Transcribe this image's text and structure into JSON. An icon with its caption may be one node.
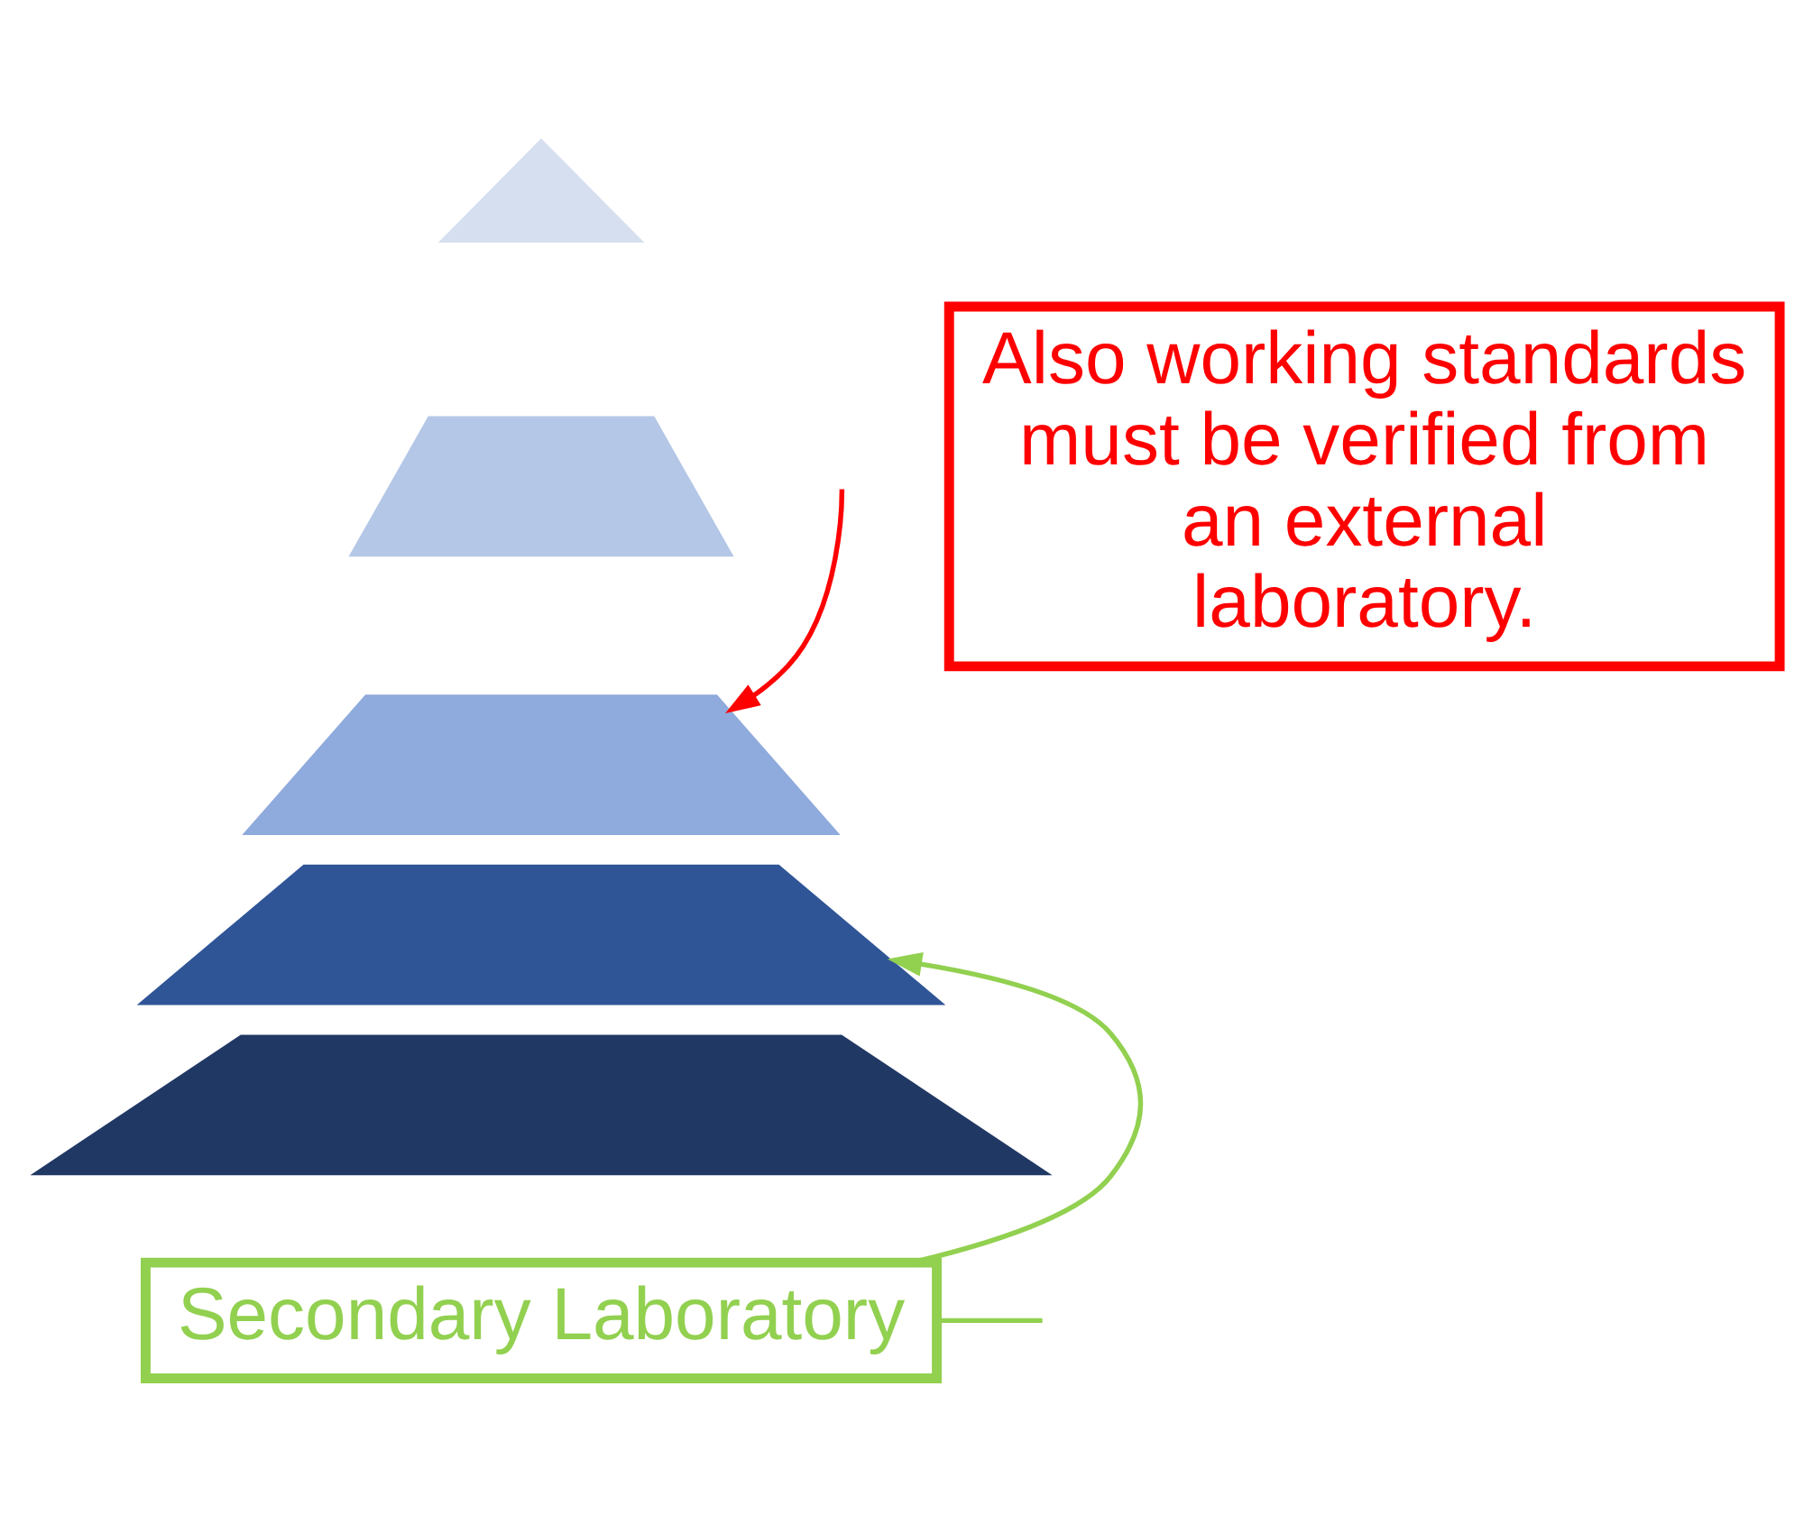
{
  "diagram": {
    "nodes": [
      {
        "text": [],
        "shape": "triangle"
      },
      {
        "text": [],
        "shape": "trapezoid"
      },
      {
        "text": [],
        "shape": "trapezoid"
      },
      {
        "text": [],
        "shape": "trapezoid"
      },
      {
        "text": [],
        "shape": "trapezoid"
      },
      {
        "text": [
          "Also working standards must be verified from an external laboratory."
        ]
      },
      {
        "text": [
          "Secondary Laboratory"
        ]
      }
    ],
    "edges": [
      {
        "from": null,
        "to": 2,
        "arrow": "to",
        "color": "#ff0000"
      },
      {
        "from": 6,
        "to": 3,
        "arrow": "to",
        "color": "#92d050"
      },
      {
        "from": 6,
        "to": null,
        "arrow": "none",
        "color": "#92d050"
      }
    ]
  }
}
